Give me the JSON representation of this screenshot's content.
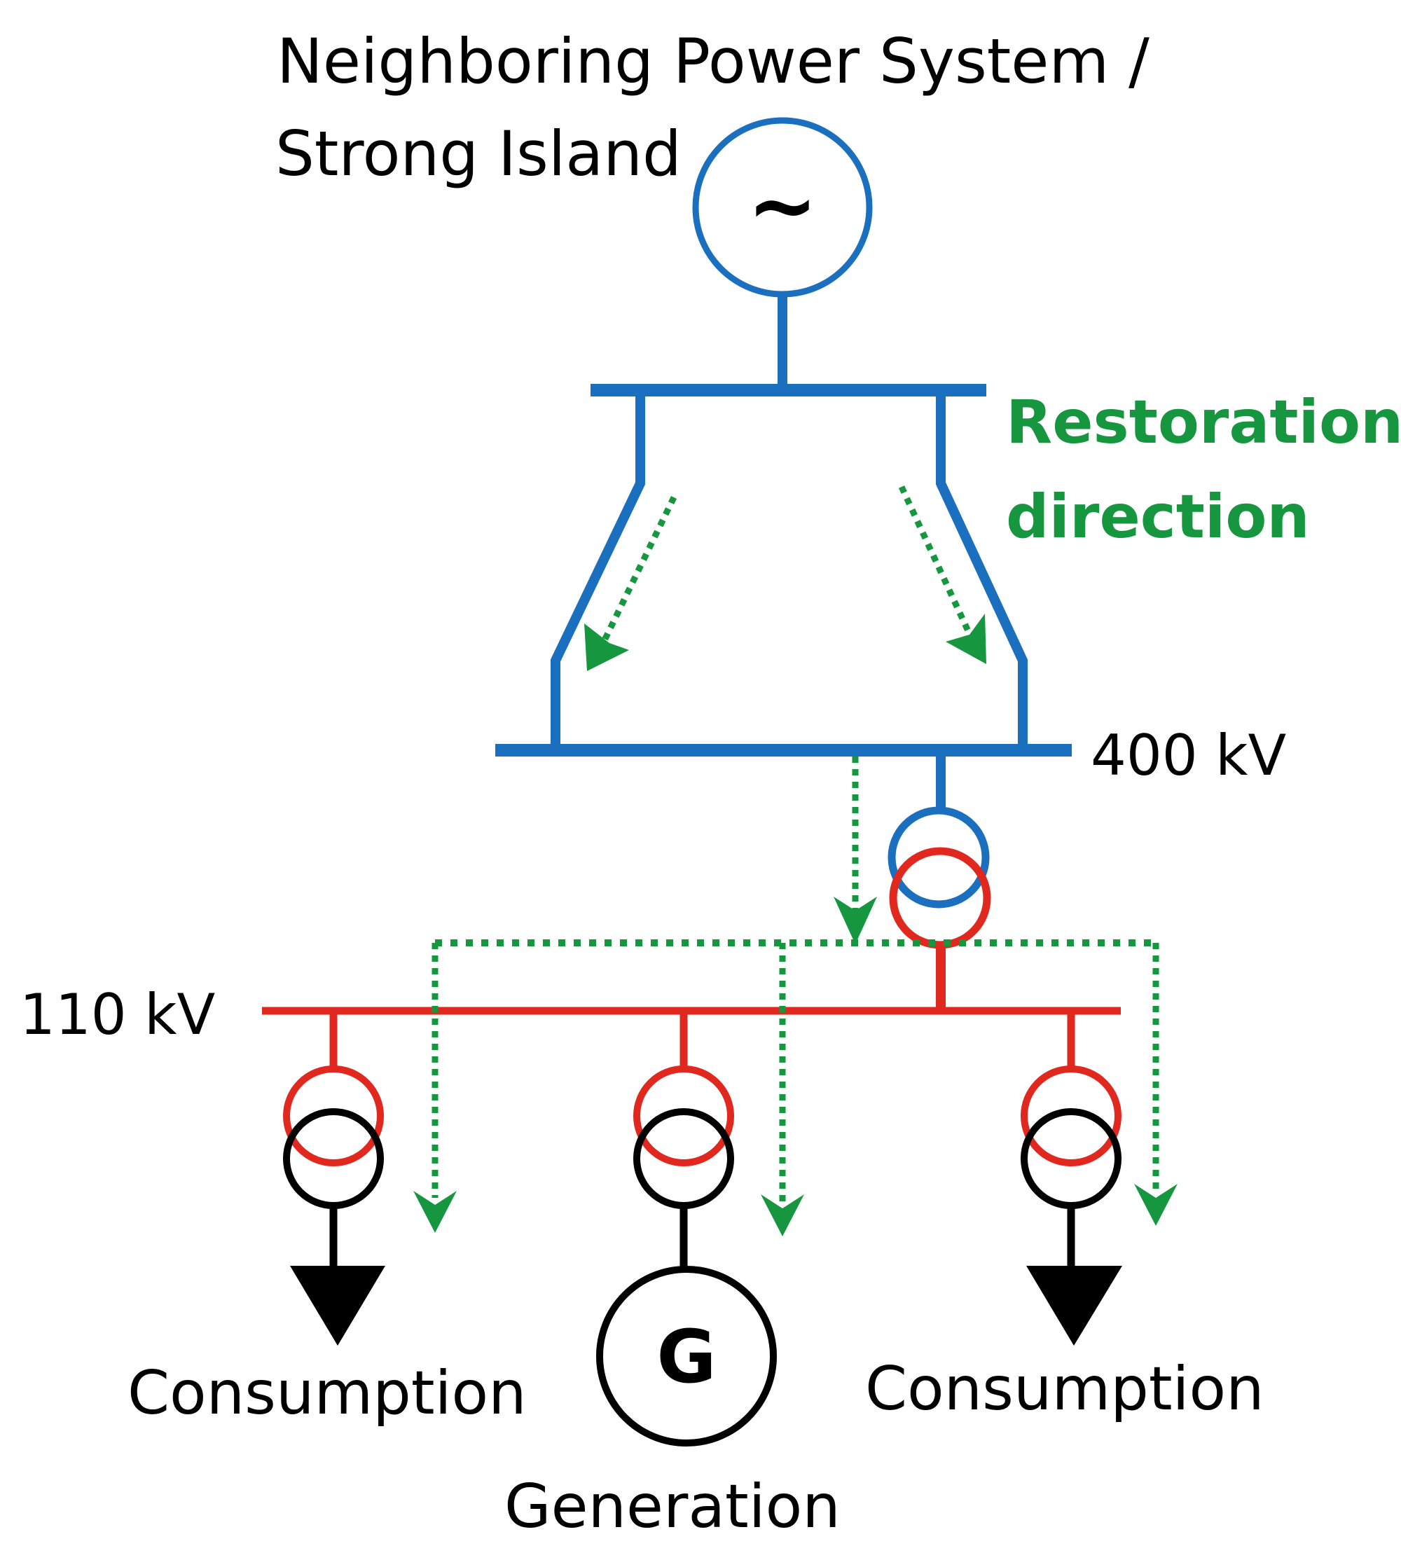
{
  "labels": {
    "source_line1": "Neighboring Power System /",
    "source_line2": "Strong Island",
    "source_symbol": "~",
    "restoration_line1": "Restoration",
    "restoration_line2": "direction",
    "bus_400": "400 kV",
    "bus_110": "110 kV",
    "consumption_left": "Consumption",
    "consumption_right": "Consumption",
    "generator_symbol": "G",
    "generation": "Generation"
  },
  "colors": {
    "hv_blue": "#1a6fbf",
    "mv_red": "#e0281e",
    "lv_black": "#000000",
    "restoration_green": "#15963f"
  }
}
